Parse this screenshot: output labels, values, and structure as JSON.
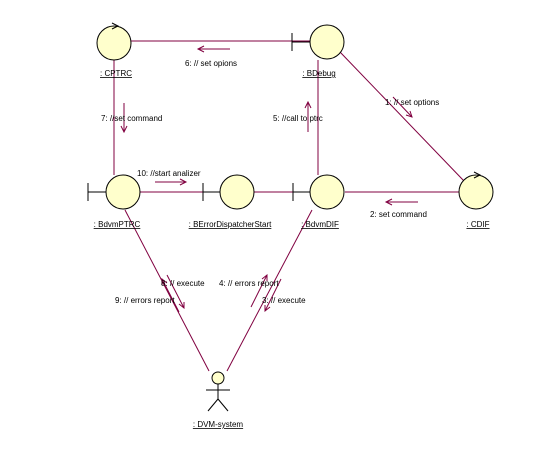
{
  "objects": {
    "cptrc": ": CPTRC",
    "bdebug": ": BDebug",
    "bdvmptrc": ": BdvmPTRC",
    "berror": ": BErrorDispatcherStart",
    "bdvmdif": ": BdvmDIF",
    "cdif": ": CDIF",
    "dvm": ": DVM-system"
  },
  "messages": {
    "m1": "1: // set options",
    "m2": "2: set command",
    "m3": "3: // execute",
    "m4": "4: // errors report",
    "m5": "5: //call to ptrc",
    "m6": "6: // set opions",
    "m7": "7: //set command",
    "m8": "8: // execute",
    "m9": "9: // errors report",
    "m10": "10: //start analizer"
  },
  "colors": {
    "link": "#800040",
    "object_fill": "#ffffcc"
  }
}
